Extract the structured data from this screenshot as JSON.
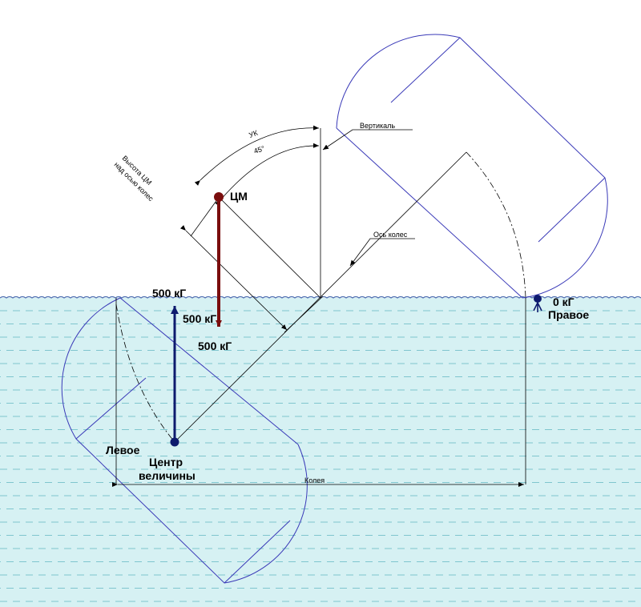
{
  "labels": {
    "cm": "ЦМ",
    "weight_up": "500 кГ",
    "weight_mid": "500 кГ",
    "weight_low": "500 кГ",
    "right_force": "0 кГ",
    "right": "Правое",
    "left": "Левое",
    "center_line1": "Центр",
    "center_line2": "величины",
    "vertical": "Вертикаль",
    "wheel_axis": "Ось колес",
    "track": "Колея",
    "heel_angle": "УК",
    "angle_value": "45°",
    "cm_height_line1": "Высота ЦМ",
    "cm_height_line2": "над осью колес"
  },
  "colors": {
    "water": "#d6f1f3",
    "water_dash": "#7fc5ce",
    "waterline": "#4d6fb0",
    "pontoon": "#3a3ab8",
    "gravity": "#7a0d0d",
    "buoyancy": "#0d1a6e"
  }
}
